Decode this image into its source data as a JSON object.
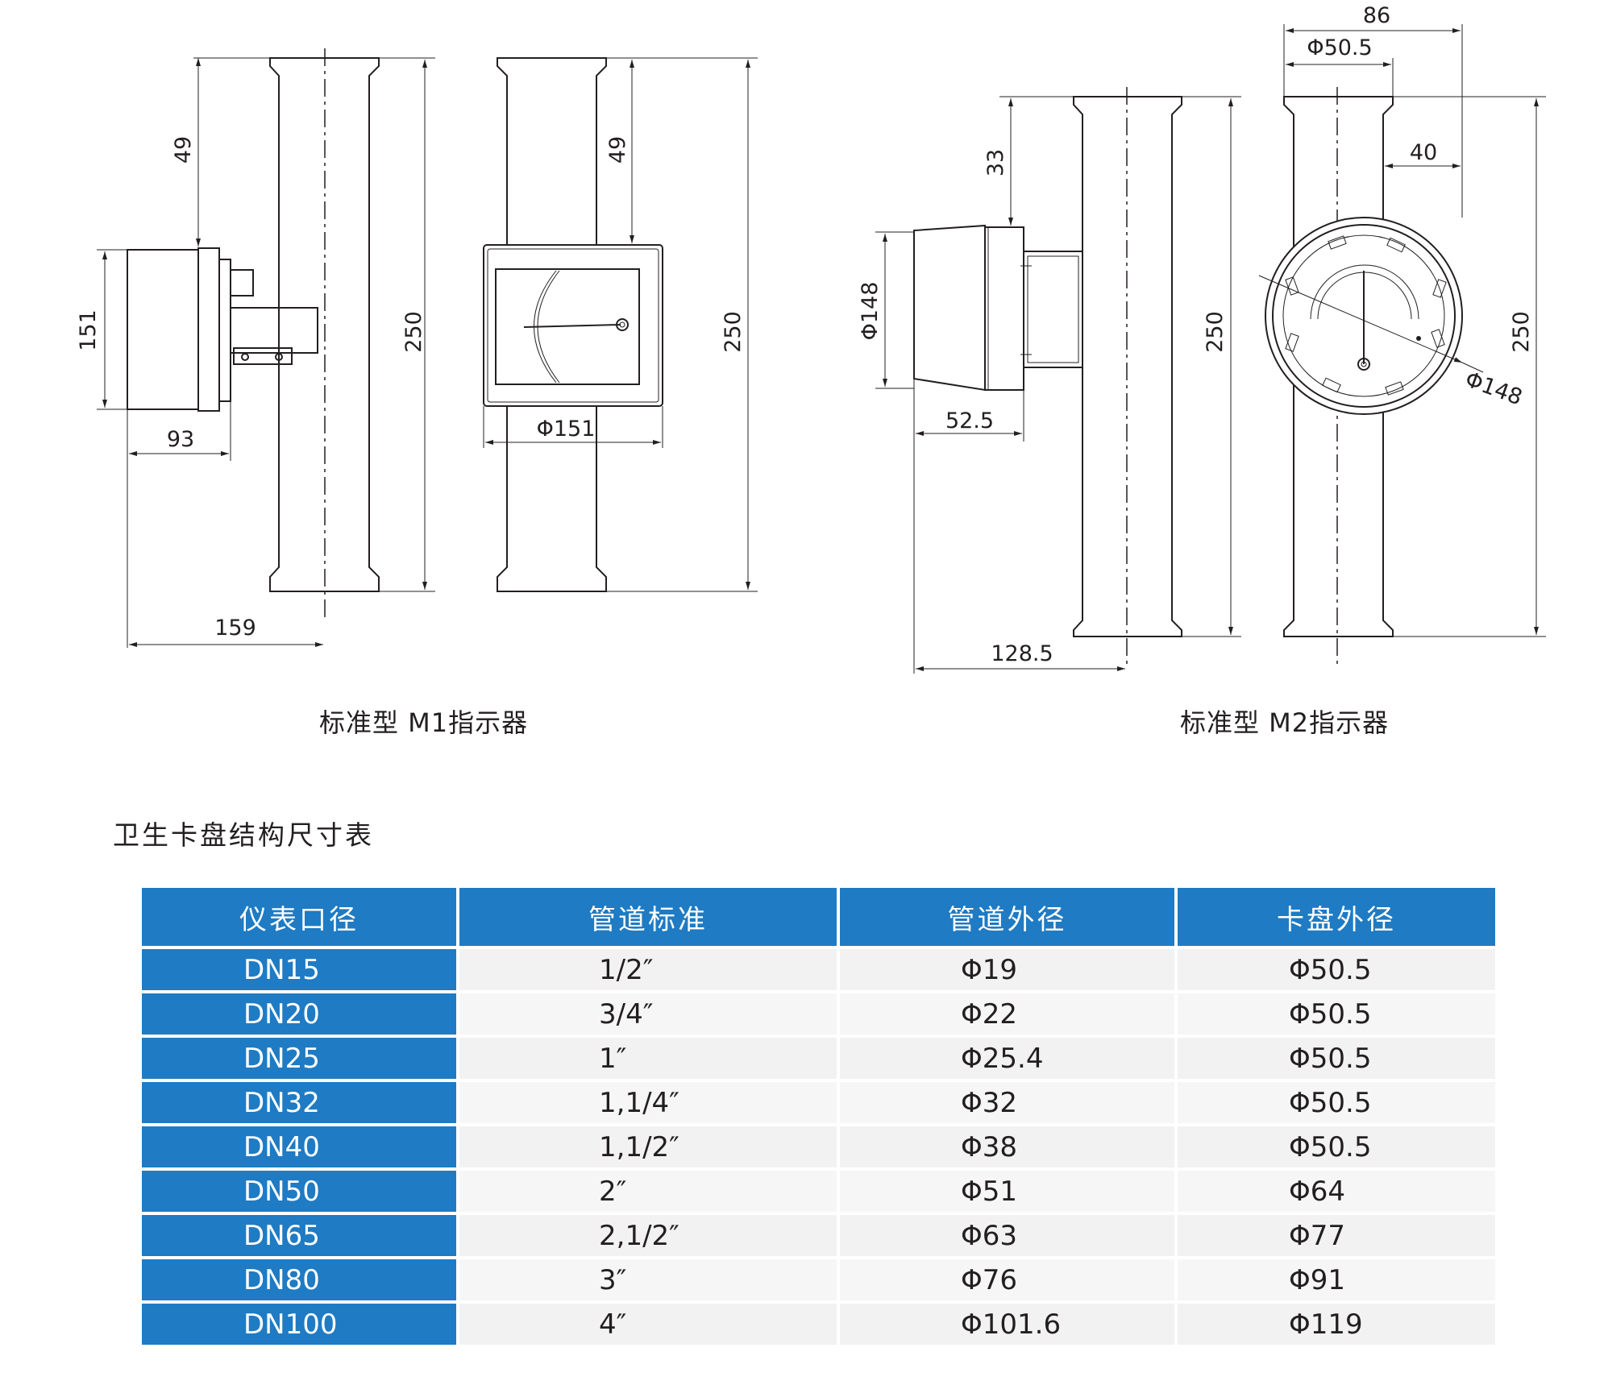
{
  "diagram": {
    "m1": {
      "caption": "标准型 M1指示器",
      "dims": {
        "top_gap": "49",
        "top_gap_front": "49",
        "box_height": "151",
        "depth": "93",
        "side_total": "159",
        "length_side": "250",
        "length_front": "250",
        "dial_width": "Φ151"
      }
    },
    "m2": {
      "caption": "标准型 M2指示器",
      "dims": {
        "top_gap": "33",
        "dial_dia_side": "Φ148",
        "body_depth": "52.5",
        "side_total": "128.5",
        "length_side": "250",
        "length_front": "250",
        "flange_width": "86",
        "flange_dia": "Φ50.5",
        "offset": "40",
        "dial_dia_front": "Φ148"
      }
    }
  },
  "table": {
    "title": "卫生卡盘结构尺寸表",
    "headers": [
      "仪表口径",
      "管道标准",
      "管道外径",
      "卡盘外径"
    ],
    "rows": [
      [
        "DN15",
        "1/2″",
        "Φ19",
        "Φ50.5"
      ],
      [
        "DN20",
        "3/4″",
        "Φ22",
        "Φ50.5"
      ],
      [
        "DN25",
        "1″",
        "Φ25.4",
        "Φ50.5"
      ],
      [
        "DN32",
        "1,1/4″",
        "Φ32",
        "Φ50.5"
      ],
      [
        "DN40",
        "1,1/2″",
        "Φ38",
        "Φ50.5"
      ],
      [
        "DN50",
        "2″",
        "Φ51",
        "Φ64"
      ],
      [
        "DN65",
        "2,1/2″",
        "Φ63",
        "Φ77"
      ],
      [
        "DN80",
        "3″",
        "Φ76",
        "Φ91"
      ],
      [
        "DN100",
        "4″",
        "Φ101.6",
        "Φ119"
      ]
    ]
  },
  "colors": {
    "header_blue": "#1f7bc3",
    "line": "#231f20",
    "cell_bg": "#f2f2f2"
  }
}
